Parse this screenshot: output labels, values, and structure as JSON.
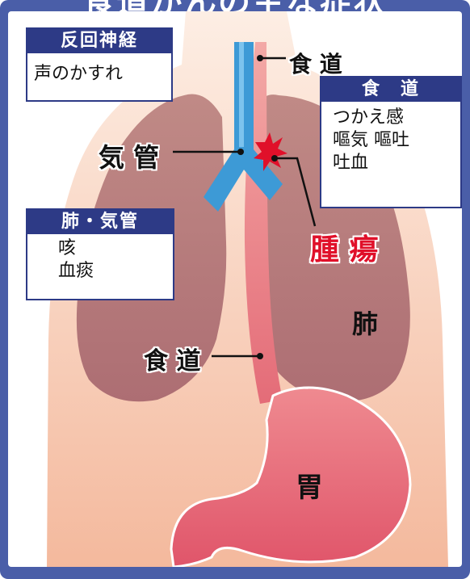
{
  "title": "食道がんの主な症状",
  "labels": {
    "esophagus_top": "食 道",
    "trachea": "気 管",
    "tumor": "腫 瘍",
    "lung": "肺",
    "esophagus_mid": "食 道",
    "stomach": "胃"
  },
  "boxes": {
    "recurrent_nerve": {
      "heading": "反回神経",
      "lines": [
        "声のかすれ"
      ]
    },
    "esophagus": {
      "heading": "食　道",
      "lines": [
        "つかえ感",
        "嘔気 嘔吐",
        "吐血"
      ]
    },
    "lung_trachea": {
      "heading": "肺・気管",
      "lines": [
        "咳",
        "血痰"
      ]
    }
  },
  "colors": {
    "frame": "#4a5ea8",
    "box_border": "#2d3a86",
    "tumor": "#e0102a",
    "trachea": "#3d9ad6",
    "esophagus": "#e46c78",
    "lung": "#b7787a",
    "body": "#f6c3a9"
  }
}
